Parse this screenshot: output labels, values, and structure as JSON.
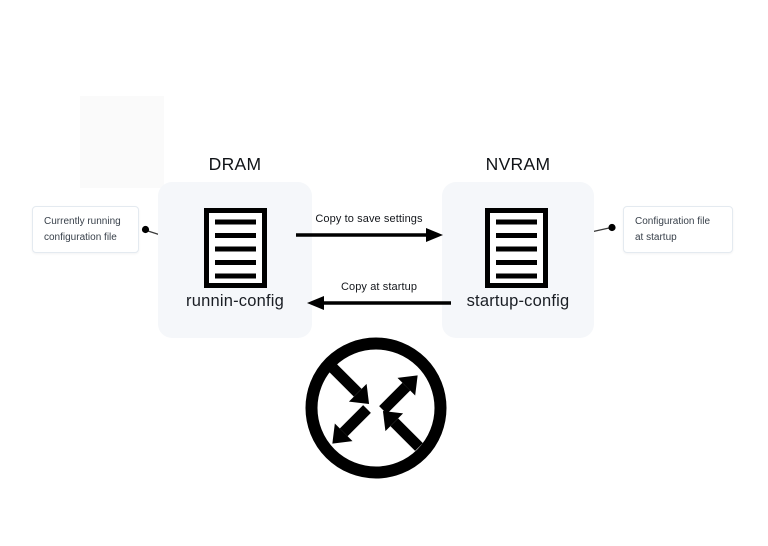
{
  "diagram": {
    "memory_blocks": [
      {
        "id": "dram",
        "title": "DRAM",
        "file": "runnin-config",
        "icon": "document-icon"
      },
      {
        "id": "nvram",
        "title": "NVRAM",
        "file": "startup-config",
        "icon": "document-icon"
      }
    ],
    "arrows": {
      "to_nvram": {
        "label": "Copy to save settings",
        "direction": "right"
      },
      "to_dram": {
        "label": "Copy at startup",
        "direction": "left"
      }
    },
    "annotations": {
      "left": {
        "line1": "Currently running",
        "line2": "configuration file"
      },
      "right": {
        "line1": "Configuration file",
        "line2": "at startup"
      }
    },
    "icons": {
      "bottom_symbol": "router-icon",
      "memory_file": "document-icon"
    },
    "colors": {
      "card_bg": "#f5f7fa",
      "ink": "#000000",
      "note_border": "#e4eaf0",
      "note_text": "#39414b",
      "background_accent": "#fafafa"
    }
  }
}
